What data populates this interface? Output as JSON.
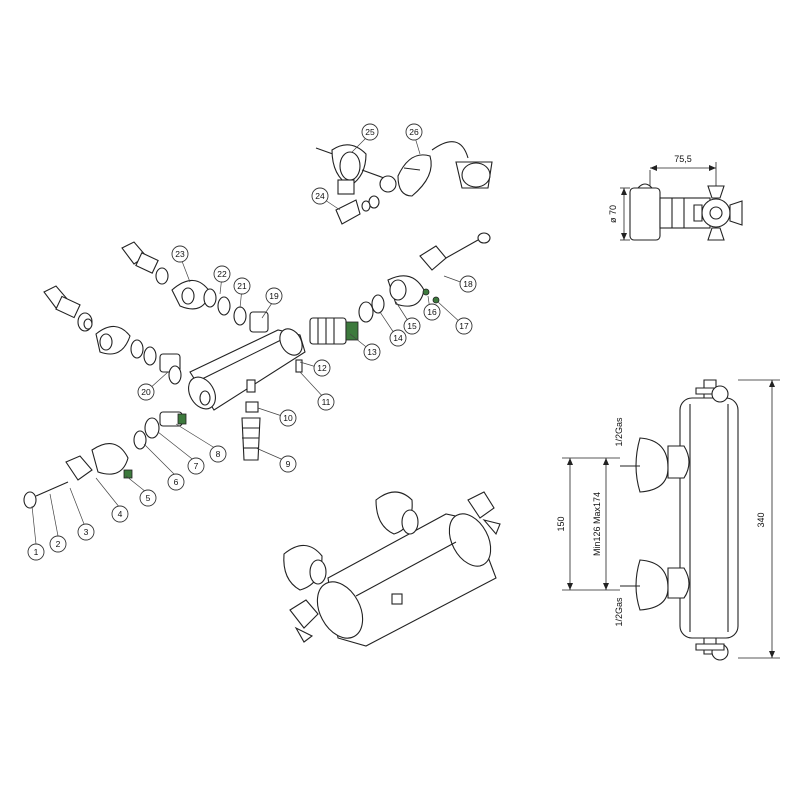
{
  "balloons": [
    "1",
    "2",
    "3",
    "4",
    "5",
    "6",
    "7",
    "8",
    "9",
    "10",
    "11",
    "12",
    "13",
    "14",
    "15",
    "16",
    "17",
    "18",
    "19",
    "20",
    "21",
    "22",
    "23",
    "24",
    "25",
    "26"
  ],
  "dimensions": {
    "top_width": "75,5",
    "top_diameter": "ø 70",
    "connection_top": "1/2Gas",
    "connection_bottom": "1/2Gas",
    "centers": "150",
    "range": "Min126  Max174",
    "height": "340"
  },
  "colors": {
    "line": "#222222",
    "accent": "#3d7a3d",
    "background": "#ffffff"
  }
}
